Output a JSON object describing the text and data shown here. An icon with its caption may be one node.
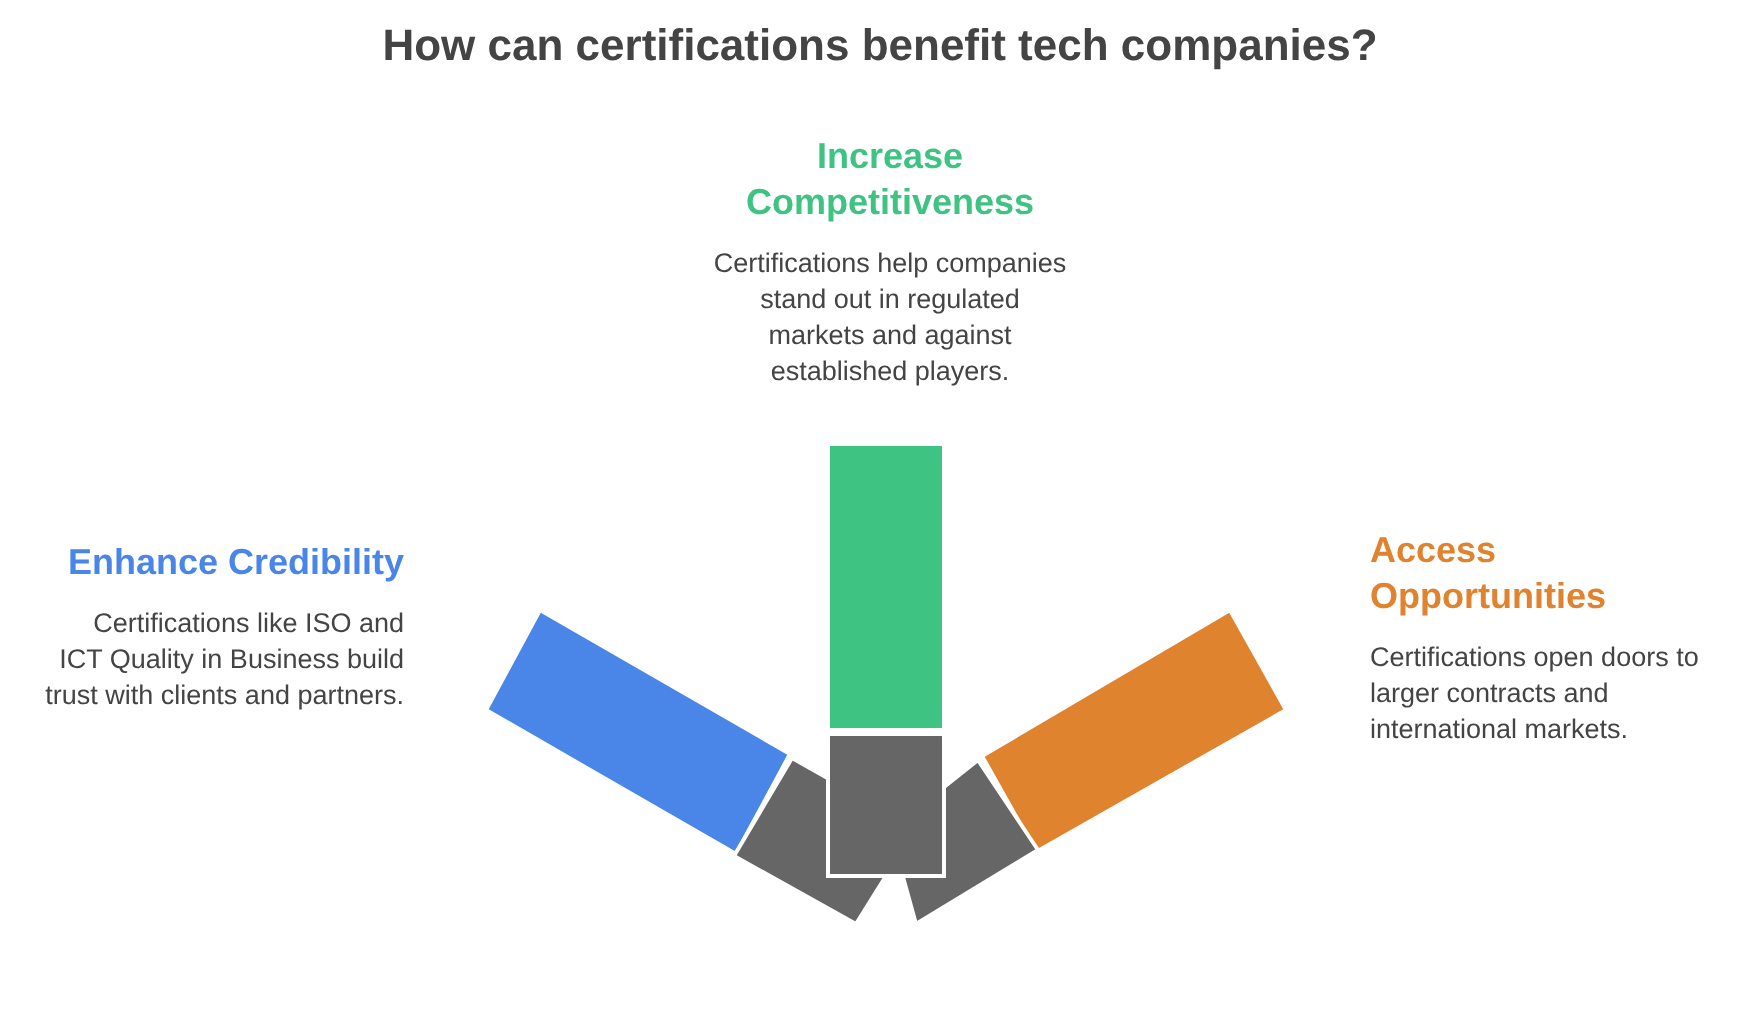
{
  "diagram": {
    "title": "How can certifications benefit tech companies?",
    "nodes": [
      {
        "text": [
          "Increase Competitiveness",
          "Certifications help companies stand out in regulated markets and against established players."
        ]
      },
      {
        "text": [
          "Enhance Credibility",
          "Certifications like ISO and ICT Quality in Business build trust with clients and partners."
        ]
      },
      {
        "text": [
          "Access Opportunities",
          "Certifications open doors to larger contracts and international markets."
        ]
      }
    ]
  }
}
